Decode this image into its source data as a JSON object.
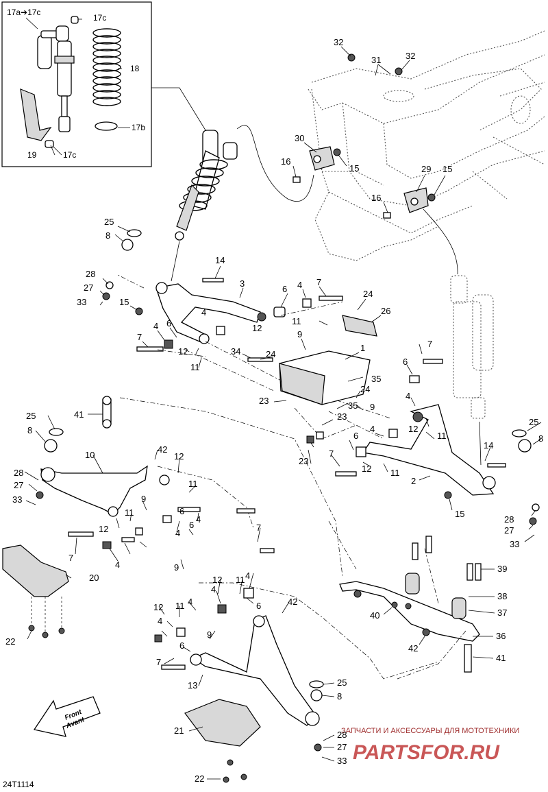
{
  "diagram_code": "24T1114",
  "front_label_en": "Front",
  "front_label_fr": "Avant",
  "watermark_line1": "ЗАПЧАСТИ И АКСЕССУАРЫ ДЛЯ МОТОТЕХНИКИ",
  "watermark_line2": "PARTSFOR.RU",
  "inset_labels": {
    "range": "17a➔17c",
    "a1": "17c",
    "a2": "18",
    "a3": "17b",
    "a4": "19",
    "a5": "17c"
  },
  "callouts": {
    "c1": "32",
    "c2": "31",
    "c3": "32",
    "c4": "30",
    "c5": "16",
    "c6": "15",
    "c7": "29",
    "c8": "15",
    "c9": "16",
    "c10": "25",
    "c11": "8",
    "c12": "28",
    "c13": "27",
    "c14": "33",
    "c15": "15",
    "c16": "14",
    "c17": "3",
    "c18": "6",
    "c19": "4",
    "c20": "7",
    "c21": "24",
    "c22": "4",
    "c23": "11",
    "c24": "12",
    "c25": "26",
    "c26": "4",
    "c27": "6",
    "c28": "7",
    "c29": "12",
    "c30": "11",
    "c31": "9",
    "c32": "34",
    "c33": "24",
    "c34": "1",
    "c35": "35",
    "c36": "23",
    "c37": "24",
    "c38": "35",
    "c39": "9",
    "c40": "23",
    "c41": "23",
    "c42": "7",
    "c43": "6",
    "c44": "4",
    "c45": "12",
    "c46": "11",
    "c47": "4",
    "c48": "6",
    "c49": "7",
    "c50": "12",
    "c51": "11",
    "c52": "14",
    "c53": "2",
    "c54": "15",
    "c55": "25",
    "c56": "8",
    "c57": "28",
    "c58": "27",
    "c59": "33",
    "c60": "41",
    "c61": "25",
    "c62": "8",
    "c63": "10",
    "c64": "42",
    "c65": "12",
    "c66": "28",
    "c67": "27",
    "c68": "33",
    "c69": "11",
    "c70": "9",
    "c71": "11",
    "c72": "12",
    "c73": "6",
    "c74": "4",
    "c75": "7",
    "c76": "6",
    "c77": "4",
    "c78": "4",
    "c79": "7",
    "c80": "20",
    "c81": "9",
    "c82": "22",
    "c83": "12",
    "c84": "11",
    "c85": "4",
    "c86": "4",
    "c87": "6",
    "c88": "42",
    "c89": "12",
    "c90": "11",
    "c91": "4",
    "c92": "4",
    "c93": "6",
    "c94": "9",
    "c95": "7",
    "c96": "13",
    "c97": "25",
    "c98": "8",
    "c99": "21",
    "c100": "28",
    "c101": "27",
    "c102": "33",
    "c103": "22",
    "c104": "39",
    "c105": "38",
    "c106": "37",
    "c107": "40",
    "c108": "42",
    "c109": "36",
    "c110": "41"
  }
}
